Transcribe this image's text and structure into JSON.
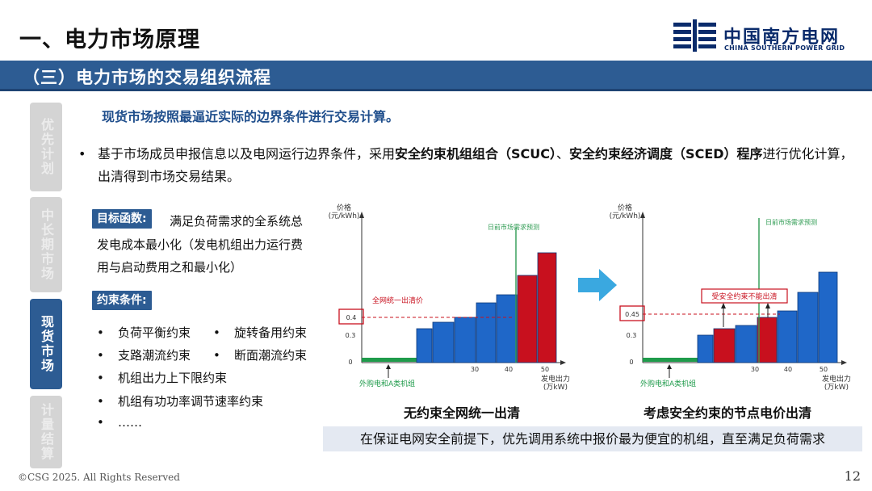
{
  "title": "一、电力市场原理",
  "logo": {
    "cn": "中国南方电网",
    "en": "CHINA SOUTHERN POWER GRID"
  },
  "section": "（三）电力市场的交易组织流程",
  "sidebar": [
    {
      "label": "优先计划",
      "active": false
    },
    {
      "label": "中长期市场",
      "active": false
    },
    {
      "label": "现货市场",
      "active": true
    },
    {
      "label": "计量结算",
      "active": false
    }
  ],
  "lead": "现货市场按照最逼近实际的边界条件进行交易计算。",
  "intro": {
    "bullet": "•",
    "part1": "基于市场成员申报信息以及电网运行边界条件，采用",
    "bold1": "安全约束机组组合（SCUC）",
    "part2": "、",
    "bold2": "安全约束经济调度（SCED）程序",
    "part3": "进行优化计算，出清得到市场交易结果。"
  },
  "objective": {
    "tag": "目标函数:",
    "line1": "满足负荷需求的全系统总",
    "line2": "发电成本最小化（发电机组出力运行费",
    "line3": "用与启动费用之和最小化）"
  },
  "constraints": {
    "tag": "约束条件:",
    "items": [
      "负荷平衡约束",
      "旋转备用约束",
      "支路潮流约束",
      "断面潮流约束",
      "机组出力上下限约束",
      "机组有功功率调节速率约束",
      "……"
    ],
    "bullet": "•"
  },
  "chart_data": [
    {
      "type": "bar",
      "ylabel": "价格\n(元/kWh)",
      "xlabel": "发电出力\n(万kW)",
      "demand_label": "日前市场需求预测",
      "price_label": "全网统一出清价",
      "import_label": "外购电和A类机组",
      "y_ticks": [
        "0",
        "0.3",
        "0.4"
      ],
      "x_ticks": [
        "30",
        "40",
        "50"
      ],
      "highlight_tick": "0.4",
      "clearing_price": 0.4,
      "caption": "无约束全网统一出清",
      "blue": "#1f67c8",
      "red": "#c8101e",
      "green": "#1f9b4b"
    },
    {
      "type": "bar",
      "ylabel": "价格\n(元/kWh)",
      "xlabel": "发电出力\n(万kW)",
      "demand_label": "日前市场需求预测",
      "constraint_label": "受安全约束不能出清",
      "import_label": "外购电和A类机组",
      "y_ticks": [
        "0",
        "0.3",
        "0.45"
      ],
      "x_ticks": [
        "30",
        "40",
        "50"
      ],
      "highlight_tick": "0.45",
      "clearing_price": 0.45,
      "caption": "考虑安全约束的节点电价出清",
      "blue": "#1f67c8",
      "red": "#c8101e",
      "green": "#1f9b4b"
    }
  ],
  "note": "在保证电网安全前提下，优先调用系统中报价最为便宜的机组，直至满足负荷需求",
  "footer": "©CSG 2025. All Rights Reserved",
  "page_number": "12",
  "colors": {
    "brand": "#2d5c93",
    "logo": "#0a2b6b",
    "accent": "#1f4e8c",
    "arrow": "#3aa8e0"
  }
}
